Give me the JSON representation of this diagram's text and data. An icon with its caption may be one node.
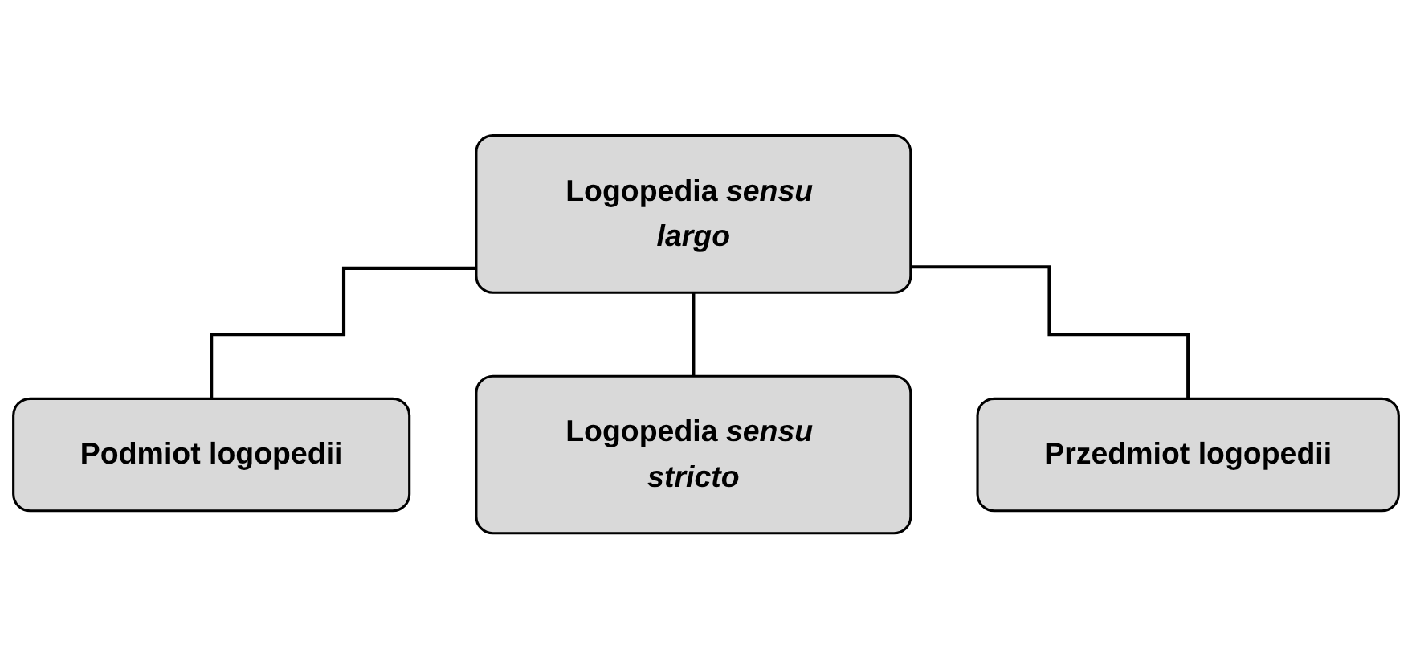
{
  "diagram": {
    "nodes": [
      {
        "text": [
          "Logopedia *sensu largo*"
        ]
      },
      {
        "text": [
          "Podmiot logopedii"
        ]
      },
      {
        "text": [
          "Logopedia *sensu stricto*"
        ]
      },
      {
        "text": [
          "Przedmiot logopedii"
        ]
      }
    ],
    "edges": [
      {
        "from": 0,
        "to": 1,
        "arrow": "none"
      },
      {
        "from": 0,
        "to": 2,
        "arrow": "none"
      },
      {
        "from": 0,
        "to": 3,
        "arrow": "none"
      }
    ]
  }
}
